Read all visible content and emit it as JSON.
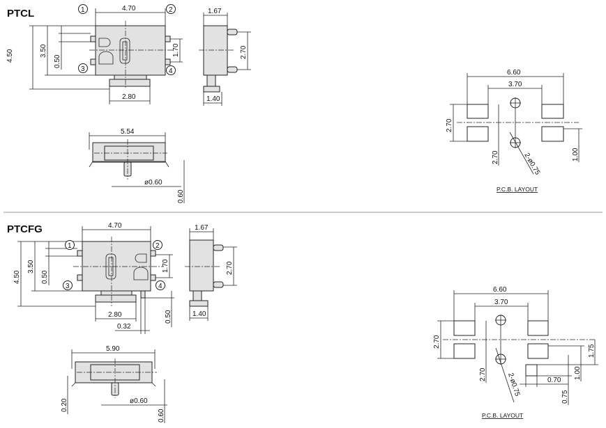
{
  "sections": [
    {
      "title": "PTCL",
      "top_view": {
        "width": "4.70",
        "height_total": "4.50",
        "height_body": "3.50",
        "pin_offset": "0.50",
        "pin_pitch": "1.70",
        "base_width": "2.80",
        "pins": [
          "1",
          "2",
          "3",
          "4"
        ]
      },
      "side_view": {
        "depth": "1.67",
        "pin_span": "2.70",
        "stem": "1.40"
      },
      "bottom_view": {
        "width": "5.54",
        "pin_dia": "ø0.60",
        "pin_length": "0.60"
      },
      "pcb": {
        "caption": "P.C.B. LAYOUT",
        "outer": "6.60",
        "inner": "3.70",
        "pad_span": "2.70",
        "hole_span": "2.70",
        "holes": "2-ø0.75",
        "offset": "1.00"
      }
    },
    {
      "title": "PTCFG",
      "top_view": {
        "width": "4.70",
        "height_total": "4.50",
        "height_body": "3.50",
        "pin_offset": "0.50",
        "pin_pitch": "1.70",
        "base_width": "2.80",
        "gap": "0.32",
        "gnd_len": "0.50",
        "pins": [
          "1",
          "2",
          "3",
          "4"
        ]
      },
      "side_view": {
        "depth": "1.67",
        "pin_span": "2.70",
        "stem": "1.40"
      },
      "bottom_view": {
        "width": "5.90",
        "pin_dia": "ø0.60",
        "pin_length": "0.60",
        "offset": "0.20"
      },
      "pcb": {
        "caption": "P.C.B. LAYOUT",
        "outer": "6.60",
        "inner": "3.70",
        "pad_span": "2.70",
        "hole_span": "2.70",
        "holes": "2-ø0.75",
        "offset_a": "1.75",
        "offset_b": "1.00",
        "small_pad": "0.70",
        "small_pad_offset": "0.75"
      }
    }
  ]
}
